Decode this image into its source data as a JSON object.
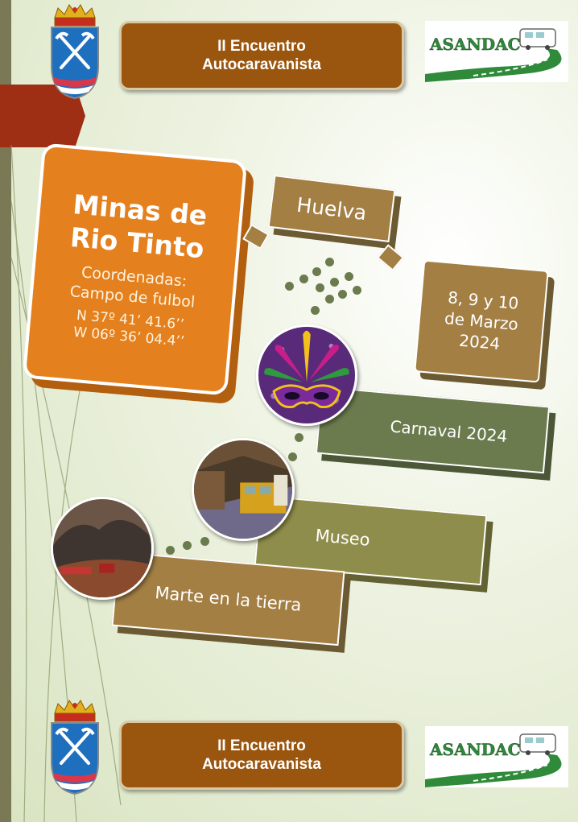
{
  "header": {
    "banner_line1": "II Encuentro",
    "banner_line2": "Autocaravanista",
    "logo_text": "ASANDAC"
  },
  "footer": {
    "banner_line1": "II Encuentro",
    "banner_line2": "Autocaravanista",
    "logo_text": "ASANDAC"
  },
  "main_card": {
    "title_line1": "Minas de",
    "title_line2": "Rio Tinto",
    "coords_label": "Coordenadas:",
    "place": "Campo de fulbol",
    "lat": "N 37º 41’ 41.6’’",
    "lon": "W 06º 36’ 04.4’’"
  },
  "location": "Huelva",
  "date": {
    "line1": "8, 9 y 10",
    "line2": "de Marzo",
    "line3": "2024"
  },
  "events": [
    {
      "label": "Carnaval 2024",
      "image": "carnival-mask"
    },
    {
      "label": "Museo",
      "image": "mine-train"
    },
    {
      "label": "Marte en la tierra",
      "image": "red-landscape"
    }
  ],
  "colors": {
    "orange": "#e4801d",
    "brown": "#9a560f",
    "olive": "#6b7b4e",
    "tan": "#a37f44",
    "accent_red": "#9e2f14",
    "logo_green": "#2f8a3a"
  }
}
